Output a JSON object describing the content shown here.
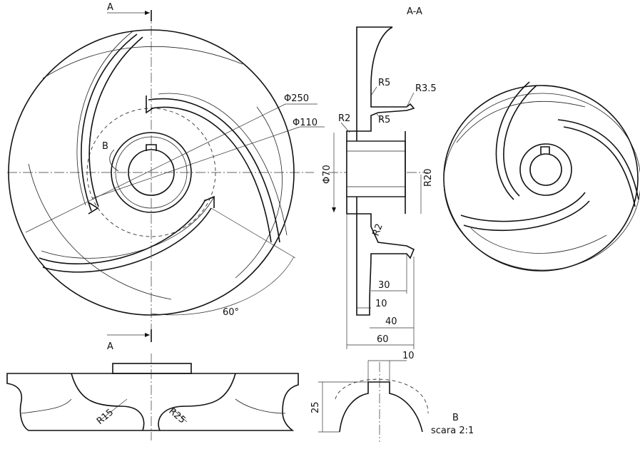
{
  "drawing": {
    "section_label": "A",
    "section_title": "A-A",
    "labels": {
      "diameter_outer": "Φ250",
      "diameter_inner": "Φ110",
      "diameter_hub": "Φ70",
      "detail_ref": "B",
      "angle": "60°",
      "r5_top": "R5",
      "r35": "R3.5",
      "r2_top": "R2",
      "r5_mid": "R5",
      "r20": "R20",
      "r2_bottom": "R2",
      "dim_30": "30",
      "dim_10": "10",
      "dim_40": "40",
      "dim_60": "60",
      "r15": "R15",
      "r25": "R25",
      "detail_10": "10",
      "detail_25": "25",
      "detail_B": "B",
      "scale": "scara 2:1"
    }
  }
}
